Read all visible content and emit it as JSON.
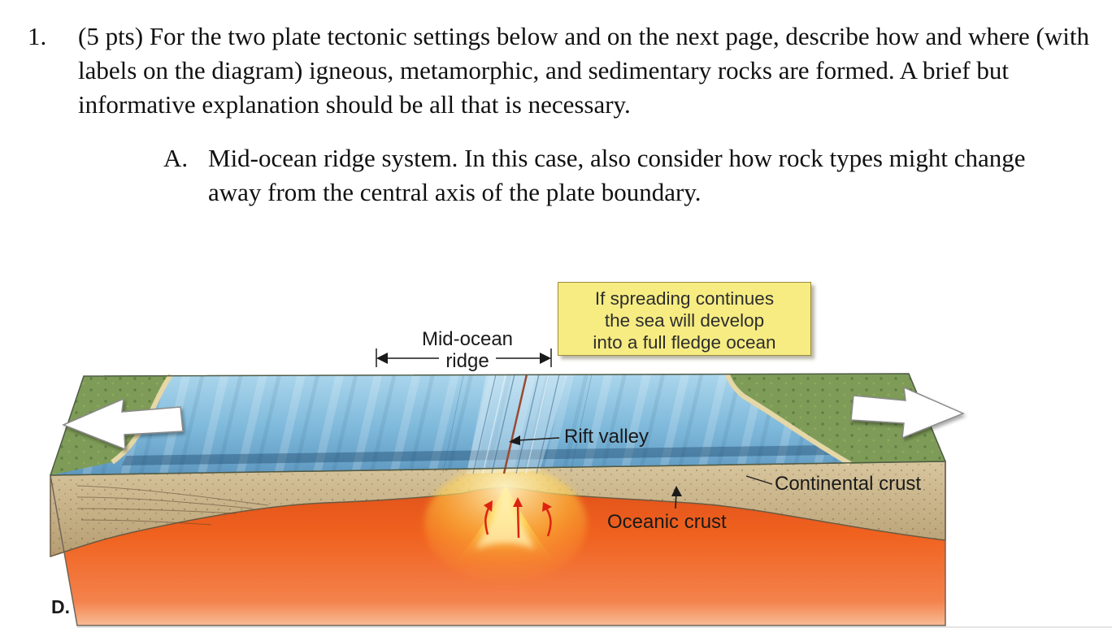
{
  "question": {
    "number": "1.",
    "text": "(5 pts) For the two plate tectonic settings below and on the next page, describe how and where (with labels on the diagram) igneous, metamorphic, and sedimentary rocks are formed. A brief but informative explanation should be all that is necessary.",
    "sub_item": {
      "letter": "A.",
      "text": "Mid-ocean ridge system. In this case, also consider how rock types might change away from the central axis of the plate boundary."
    }
  },
  "diagram": {
    "figure_letter": "D.",
    "callout": {
      "lines": [
        "If spreading continues",
        "the sea will develop",
        "into a full fledge ocean"
      ]
    },
    "labels": {
      "mid_ocean_ridge_line1": "Mid-ocean",
      "mid_ocean_ridge_line2": "ridge",
      "rift_valley": "Rift valley",
      "continental_crust": "Continental crust",
      "oceanic_crust": "Oceanic crust"
    },
    "colors": {
      "ocean": "#7db8da",
      "land": "#7e9c58",
      "crust": "#c8b28a",
      "mantle": "#f0621f",
      "magma_glow": "#ffd24e",
      "callout_bg": "#f6ec82",
      "spreading_arrow": "#ffffff"
    }
  }
}
